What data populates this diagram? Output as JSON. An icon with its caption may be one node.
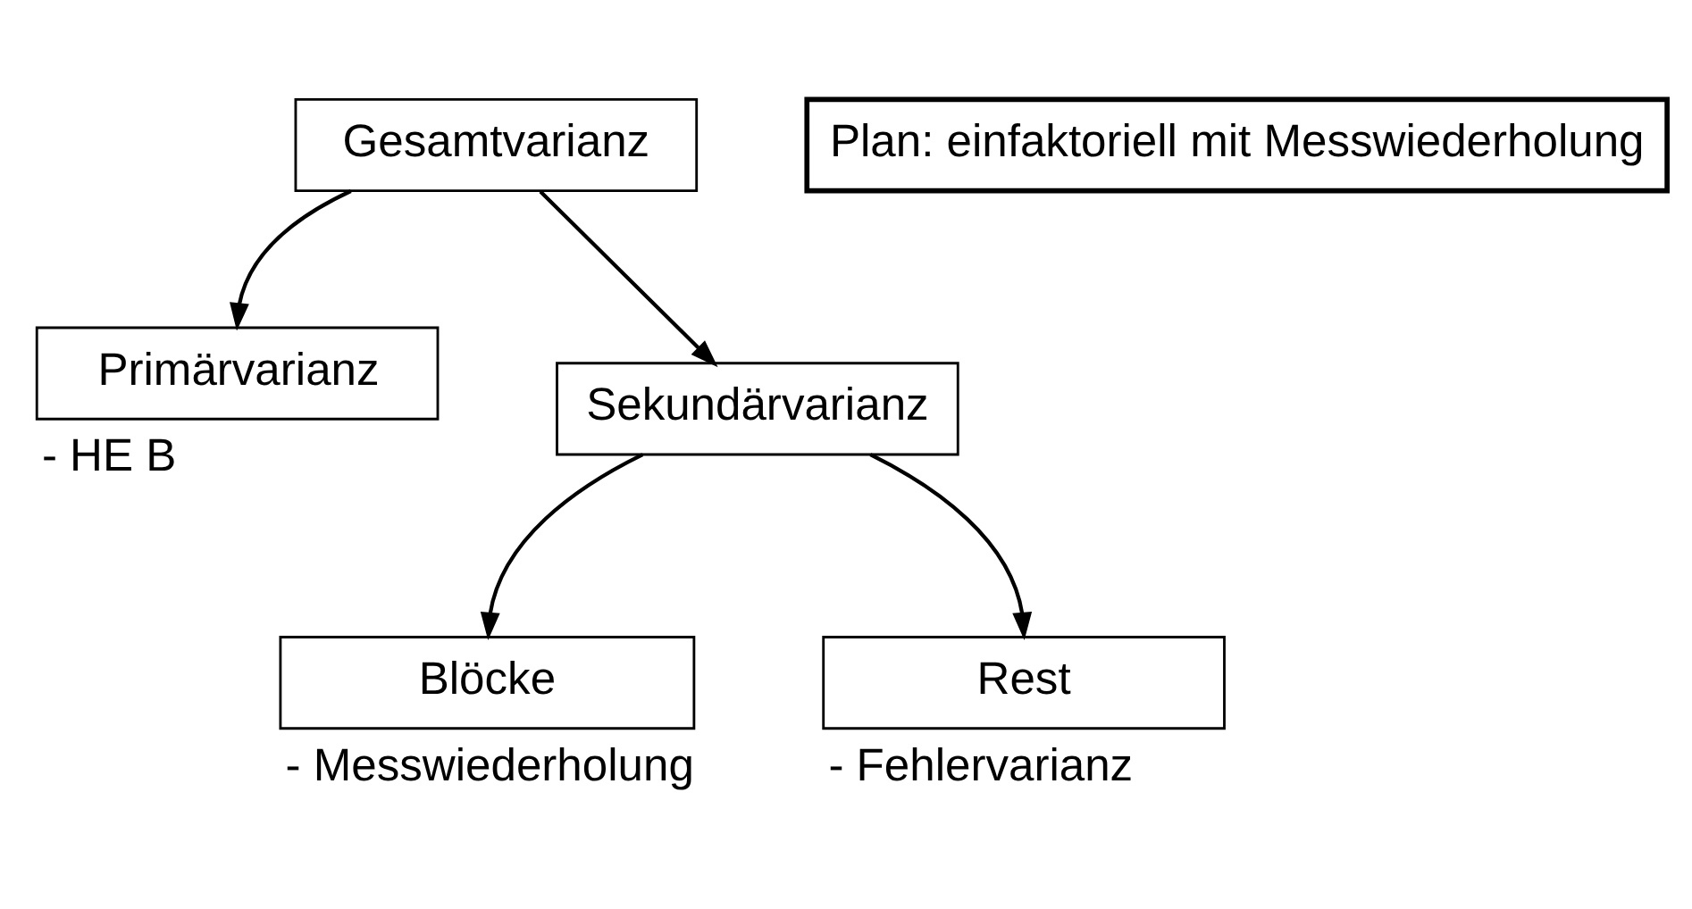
{
  "diagram": {
    "nodes": [
      {
        "text": [
          "Gesamtvarianz"
        ]
      },
      {
        "text": [
          "Primärvarianz"
        ],
        "beside": [
          "- HE B"
        ]
      },
      {
        "text": [
          "Sekundärvarianz"
        ]
      },
      {
        "text": [
          "Blöcke"
        ],
        "beside": [
          "- Messwiederholung"
        ]
      },
      {
        "text": [
          "Rest"
        ],
        "beside": [
          "- Fehlervarianz"
        ]
      },
      {
        "text": [
          "Plan: einfaktoriell mit Messwiederholung"
        ]
      }
    ],
    "edges": [
      {
        "from": 0,
        "to": 1,
        "arrow": "to"
      },
      {
        "from": 0,
        "to": 2,
        "arrow": "to"
      },
      {
        "from": 2,
        "to": 3,
        "arrow": "to"
      },
      {
        "from": 2,
        "to": 4,
        "arrow": "to"
      }
    ]
  }
}
